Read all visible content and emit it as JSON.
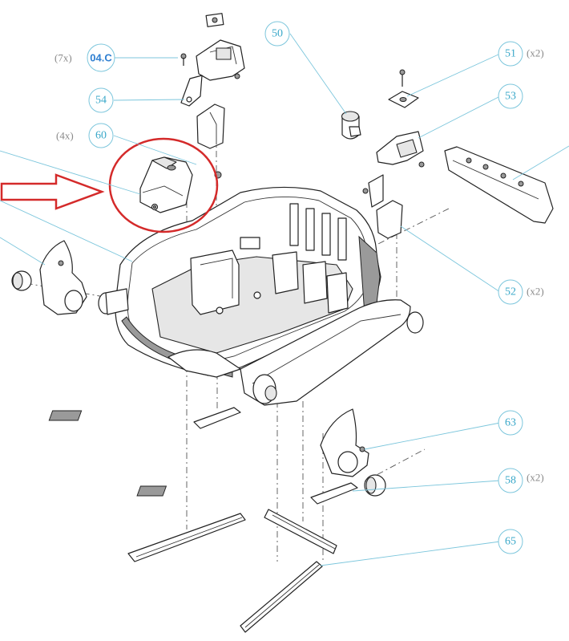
{
  "callouts": [
    {
      "id": "04.C",
      "qty": "(7x)",
      "style": "bold"
    },
    {
      "id": "54",
      "qty": ""
    },
    {
      "id": "60",
      "qty": "(4x)"
    },
    {
      "id": "50",
      "qty": ""
    },
    {
      "id": "51",
      "qty": "(x2)"
    },
    {
      "id": "53",
      "qty": ""
    },
    {
      "id": "52",
      "qty": "(x2)"
    },
    {
      "id": "63",
      "qty": ""
    },
    {
      "id": "58",
      "qty": "(x2)"
    },
    {
      "id": "65",
      "qty": ""
    }
  ],
  "colors": {
    "callout": "#3aa8c9",
    "callout_bold": "#2f7fd1",
    "highlight_ring": "#d42a2a",
    "arrow": "#d42a2a",
    "qty": "#8a8a8a"
  },
  "highlighted_part": "60"
}
